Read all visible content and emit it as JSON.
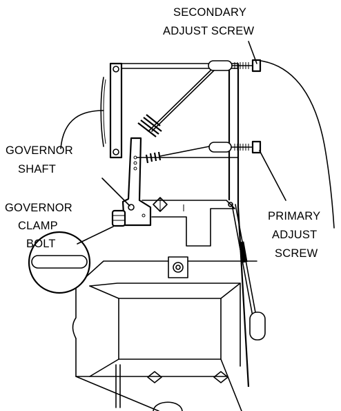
{
  "labels": {
    "secondary_line1": "SECONDARY",
    "secondary_line2": "ADJUST SCREW",
    "governor_shaft_line1": "GOVERNOR",
    "governor_shaft_line2": "SHAFT",
    "clamp_line1": "GOVERNOR",
    "clamp_line2": "CLAMP",
    "clamp_line3": "BOLT",
    "primary_line1": "PRIMARY",
    "primary_line2": "ADJUST",
    "primary_line3": "SCREW"
  }
}
